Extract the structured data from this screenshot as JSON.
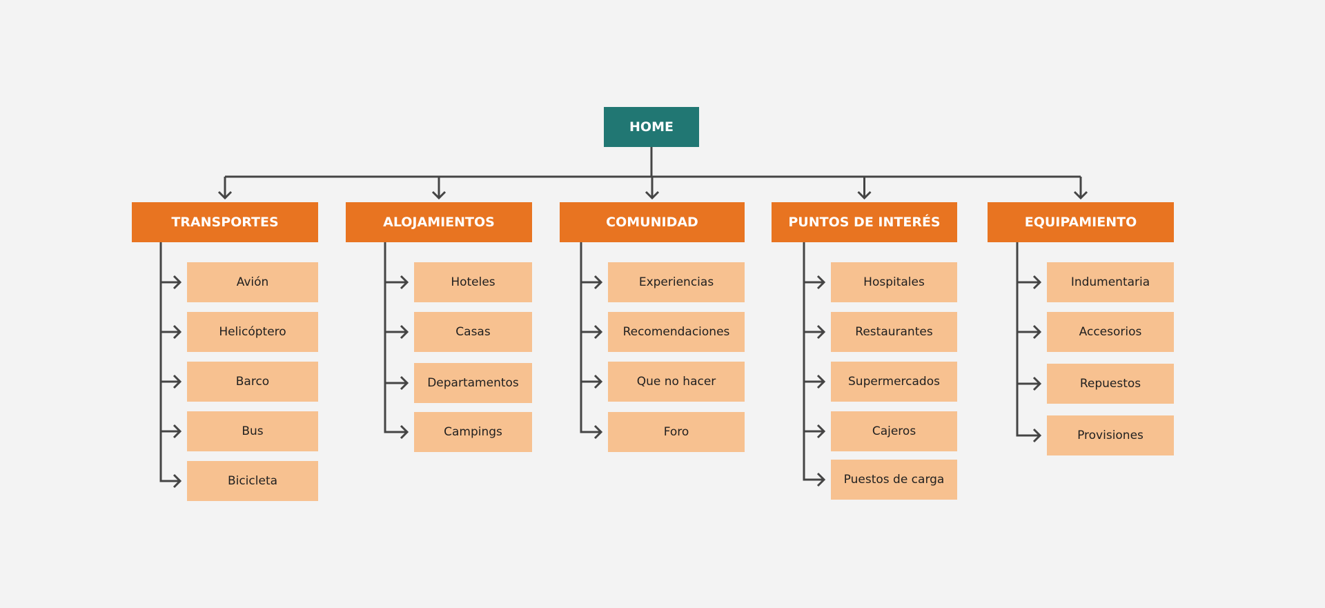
{
  "colors": {
    "background": "#f3f3f3",
    "root": "#217773",
    "category": "#e87421",
    "child": "#f7c190",
    "connector": "#444444"
  },
  "root": {
    "label": "HOME"
  },
  "categories": [
    {
      "label": "TRANSPORTES",
      "children": [
        "Avión",
        "Helicóptero",
        "Barco",
        "Bus",
        "Bicicleta"
      ]
    },
    {
      "label": "ALOJAMIENTOS",
      "children": [
        "Hoteles",
        "Casas",
        "Departamentos",
        "Campings"
      ]
    },
    {
      "label": "COMUNIDAD",
      "children": [
        "Experiencias",
        "Recomendaciones",
        "Que no hacer",
        "Foro"
      ]
    },
    {
      "label": "PUNTOS DE INTERÉS",
      "children": [
        "Hospitales",
        "Restaurantes",
        "Supermercados",
        "Cajeros",
        "Puestos de carga"
      ]
    },
    {
      "label": "EQUIPAMIENTO",
      "children": [
        "Indumentaria",
        "Accesorios",
        "Repuestos",
        "Provisiones"
      ]
    }
  ]
}
